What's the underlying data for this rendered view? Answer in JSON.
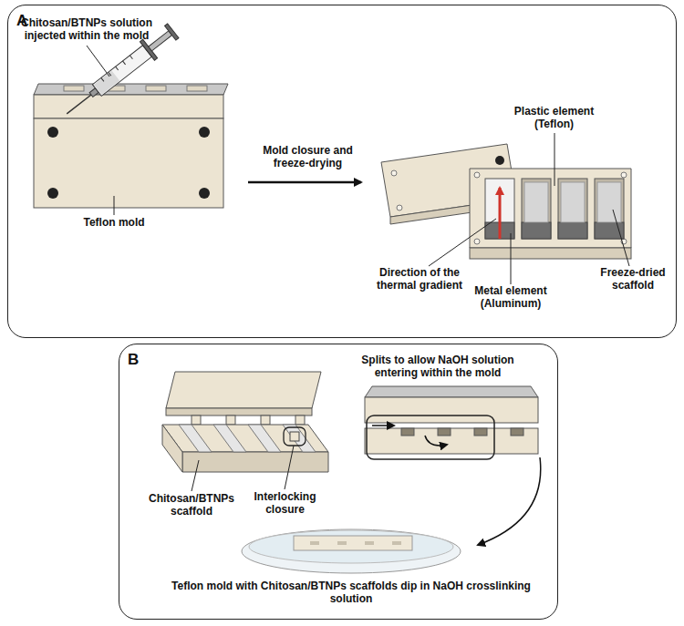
{
  "diagram": {
    "nodes": [
      {
        "text": [
          "A"
        ]
      },
      {
        "text": [
          "B"
        ]
      }
    ],
    "labels": [
      "Chitosan/BTNPs solution injected within the mold",
      "Teflon mold",
      "Mold closure and freeze-drying",
      "Plastic element (Teflon)",
      "Direction of the thermal gradient",
      "Metal element (Aluminum)",
      "Freeze-dried scaffold",
      "Chitosan/BTNPs scaffold",
      "Interlocking closure",
      "Splits to allow NaOH solution entering within the mold",
      "Teflon mold with Chitosan/BTNPs scaffolds dip in NaOH crosslinking solution"
    ]
  }
}
